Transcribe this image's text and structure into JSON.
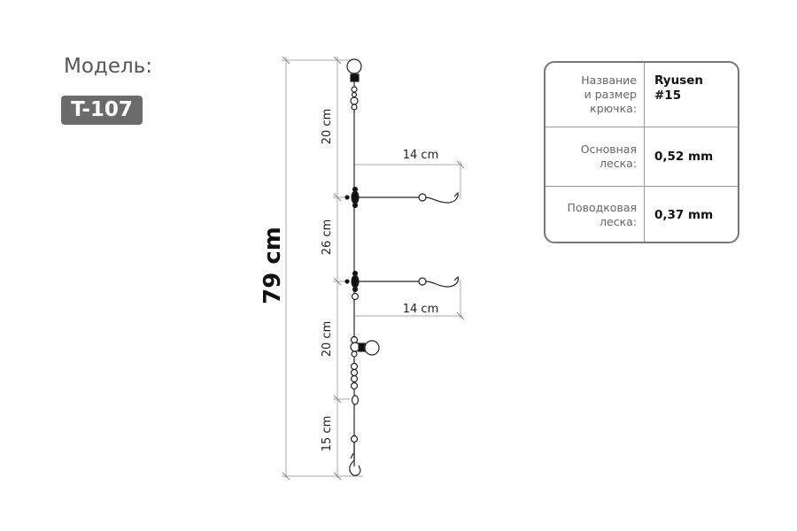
{
  "model": {
    "label": "Модель:",
    "code": "T-107"
  },
  "diagram": {
    "total_length": "79 cm",
    "segments": [
      "20 cm",
      "26 cm",
      "20 cm",
      "15 cm"
    ],
    "branch_lengths": [
      "14 cm",
      "14 cm"
    ]
  },
  "specs": [
    {
      "label": "Название\nи размер\nкрючка:",
      "value": "Ryusen\n#15"
    },
    {
      "label": "Основная\nлеска:",
      "value": "0,52 mm"
    },
    {
      "label": "Поводковая\nлеска:",
      "value": "0,37 mm"
    }
  ]
}
